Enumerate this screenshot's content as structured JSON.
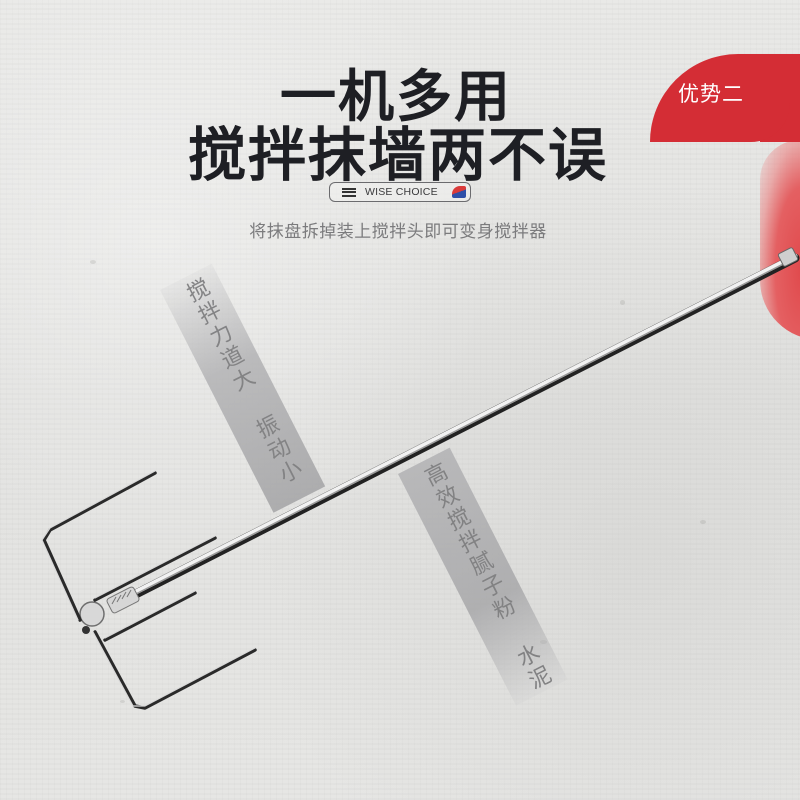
{
  "headline": {
    "line1": "一机多用",
    "line2": "搅拌抹墙两不误"
  },
  "brand_pill": {
    "icon": "menu-icon",
    "label": "WISE CHOICE",
    "flag_icon": "flag-swatch-icon"
  },
  "subtitle": "将抹盘拆掉装上搅拌头即可变身搅拌器",
  "badge": {
    "label": "优势二",
    "color": "#d42d35"
  },
  "ribbons": [
    {
      "text": "搅拌力道大 振动小"
    },
    {
      "text": "高效搅拌腻子粉 水泥"
    }
  ],
  "product": {
    "name": "mixing-paddle-rod",
    "handle_color": "#e0494c"
  },
  "colors": {
    "background": "#e6e6e4",
    "headline": "#1e1f24",
    "subtitle": "#7b7b7d",
    "ribbon": "#ababad"
  }
}
